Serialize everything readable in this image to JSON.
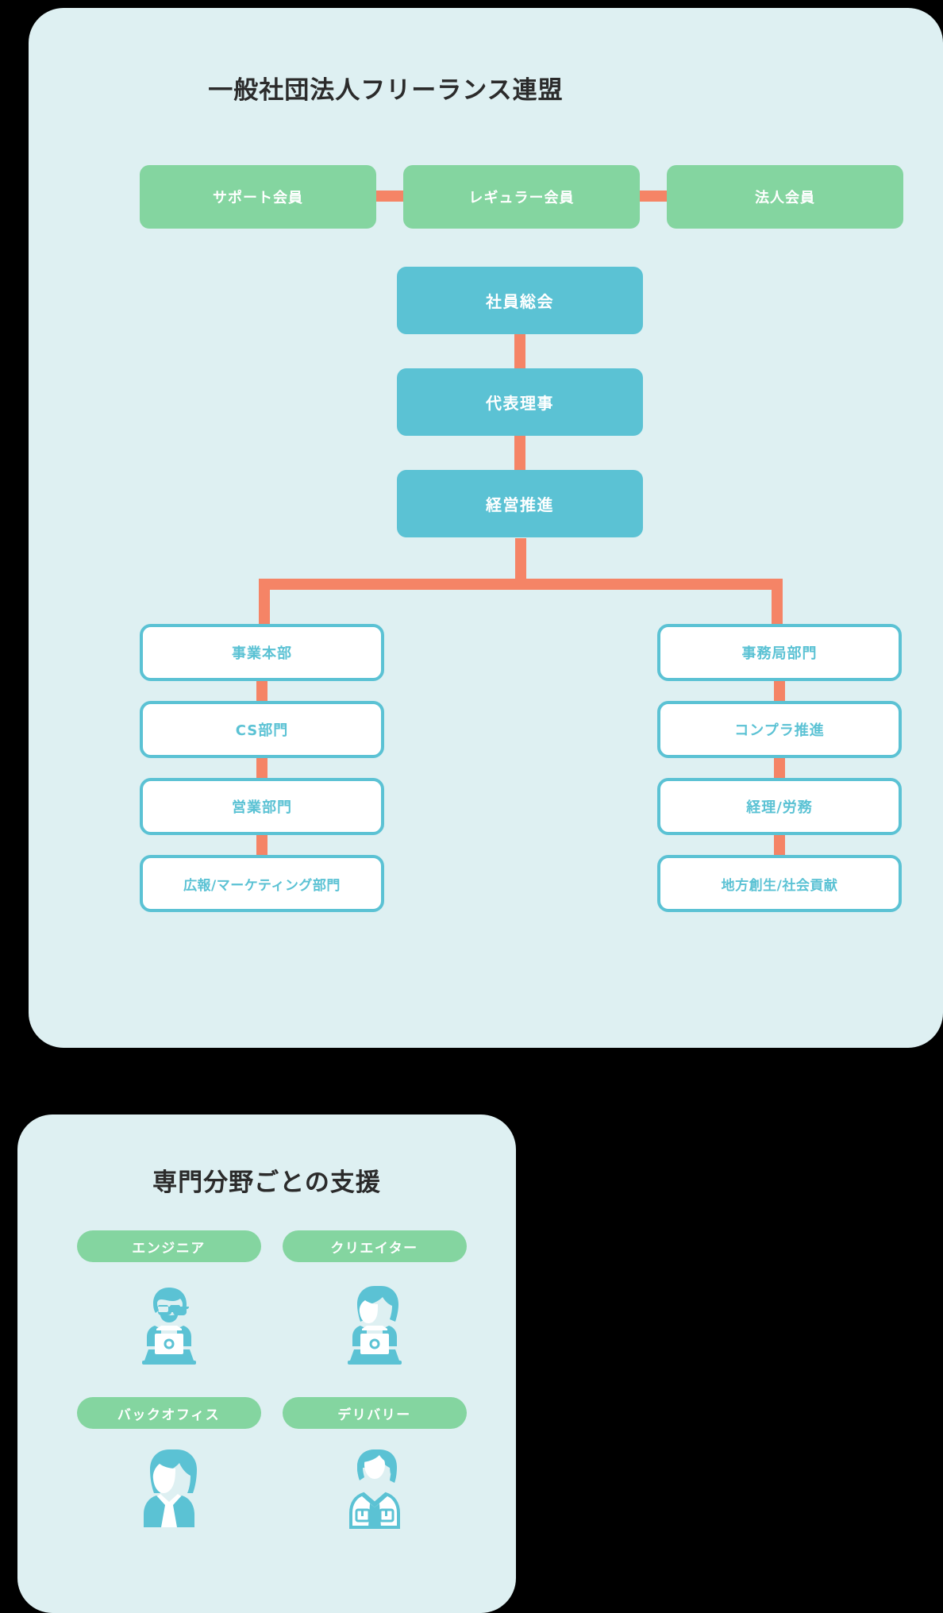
{
  "colors": {
    "page_background": "#000000",
    "card_background": "#DEF0F2",
    "green": "#84D5A0",
    "teal": "#5BC2D4",
    "connector_orange": "#F58466",
    "white": "#FFFFFF",
    "title_text": "#2B2B2B"
  },
  "org_card": {
    "title": "一般社団法人フリーランス連盟",
    "member_boxes": [
      {
        "label": "サポート会員"
      },
      {
        "label": "レギュラー会員"
      },
      {
        "label": "法人会員"
      }
    ],
    "governance_boxes": [
      {
        "label": "社員総会"
      },
      {
        "label": "代表理事"
      },
      {
        "label": "経営推進"
      }
    ],
    "left_column": [
      {
        "label": "事業本部"
      },
      {
        "label": "CS部門"
      },
      {
        "label": "営業部門"
      },
      {
        "label": "広報/マーケティング部門"
      }
    ],
    "right_column": [
      {
        "label": "事務局部門"
      },
      {
        "label": "コンプラ推進"
      },
      {
        "label": "経理/労務"
      },
      {
        "label": "地方創生/社会貢献"
      }
    ]
  },
  "support_card": {
    "title": "専門分野ごとの支援",
    "categories": [
      {
        "label": "エンジニア",
        "icon": "engineer-laptop-icon"
      },
      {
        "label": "クリエイター",
        "icon": "creator-laptop-icon"
      },
      {
        "label": "バックオフィス",
        "icon": "backoffice-businesswoman-icon"
      },
      {
        "label": "デリバリー",
        "icon": "delivery-worker-icon"
      }
    ]
  }
}
